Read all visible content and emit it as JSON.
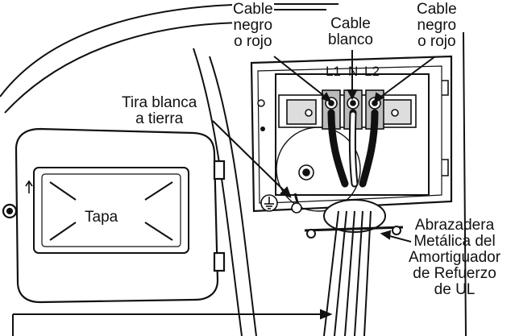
{
  "labels": {
    "cable_negro_izq": [
      "Cable",
      "negro",
      "o rojo"
    ],
    "cable_blanco": [
      "Cable",
      "blanco"
    ],
    "cable_negro_der": [
      "Cable",
      "negro",
      "o rojo"
    ],
    "terminales": {
      "l1": "L1",
      "n": "N",
      "l2": "L2"
    },
    "tira_blanca": [
      "Tira blanca",
      "a tierra"
    ],
    "tapa": "Tapa",
    "abrazadera": [
      "Abrazadera",
      "Metálica del",
      "Amortiguador",
      "de Refuerzo",
      "de UL"
    ]
  },
  "icons": {
    "ground": "ground-symbol-icon",
    "arrow": "up-arrow-icon"
  }
}
